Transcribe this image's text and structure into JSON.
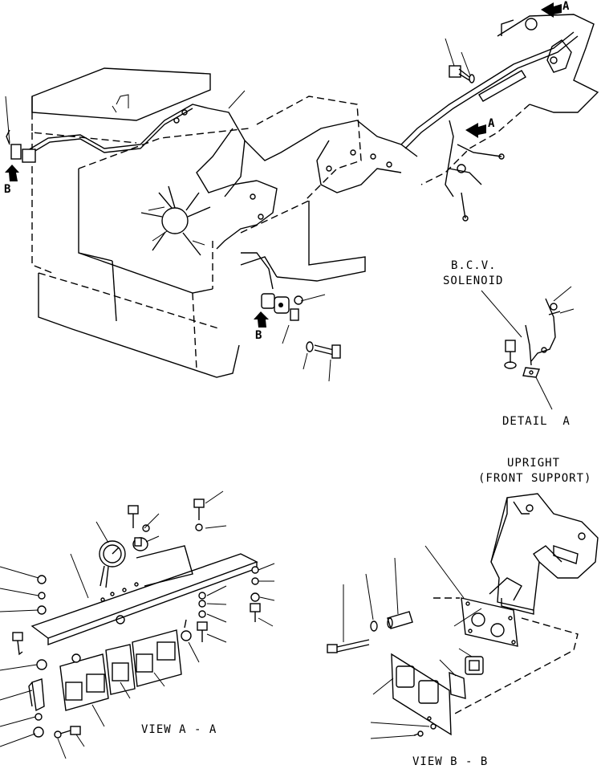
{
  "labels": {
    "bcv_line1": "B.C.V.",
    "bcv_line2": "SOLENOID",
    "detail_a": "DETAIL  A",
    "upright_line1": "UPRIGHT",
    "upright_line2": "(FRONT SUPPORT)",
    "view_aa": "VIEW A - A",
    "view_bb": "VIEW B - B"
  },
  "arrows": {
    "a_top": "A",
    "a_mid": "A",
    "b_left": "B",
    "b_center": "B"
  },
  "icons": {
    "direction_arrow": "filled-arrow-icon",
    "gauge": "gauge-icon",
    "switch": "rocker-switch-icon",
    "bolt": "bolt-icon",
    "nut": "nut-icon",
    "washer": "washer-icon"
  }
}
